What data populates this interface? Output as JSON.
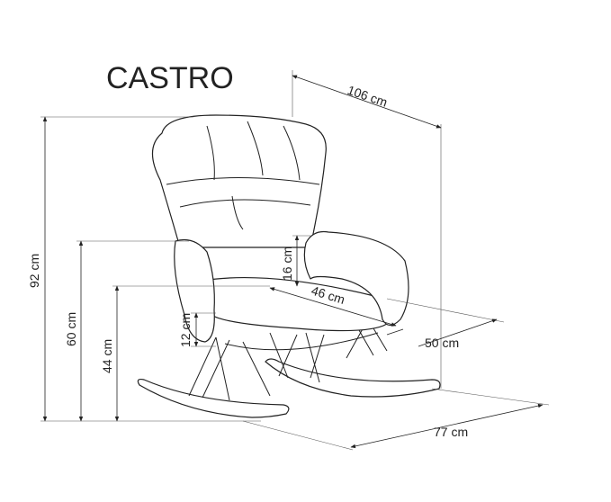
{
  "title": "CASTRO",
  "dimensions": {
    "depth": "106 cm",
    "height": "92 cm",
    "armrest_height": "60 cm",
    "seat_height": "44 cm",
    "armrest_above_seat": "16 cm",
    "seat_width": "46 cm",
    "seat_thickness": "12 cm",
    "seat_depth": "50 cm",
    "width": "77 cm"
  }
}
